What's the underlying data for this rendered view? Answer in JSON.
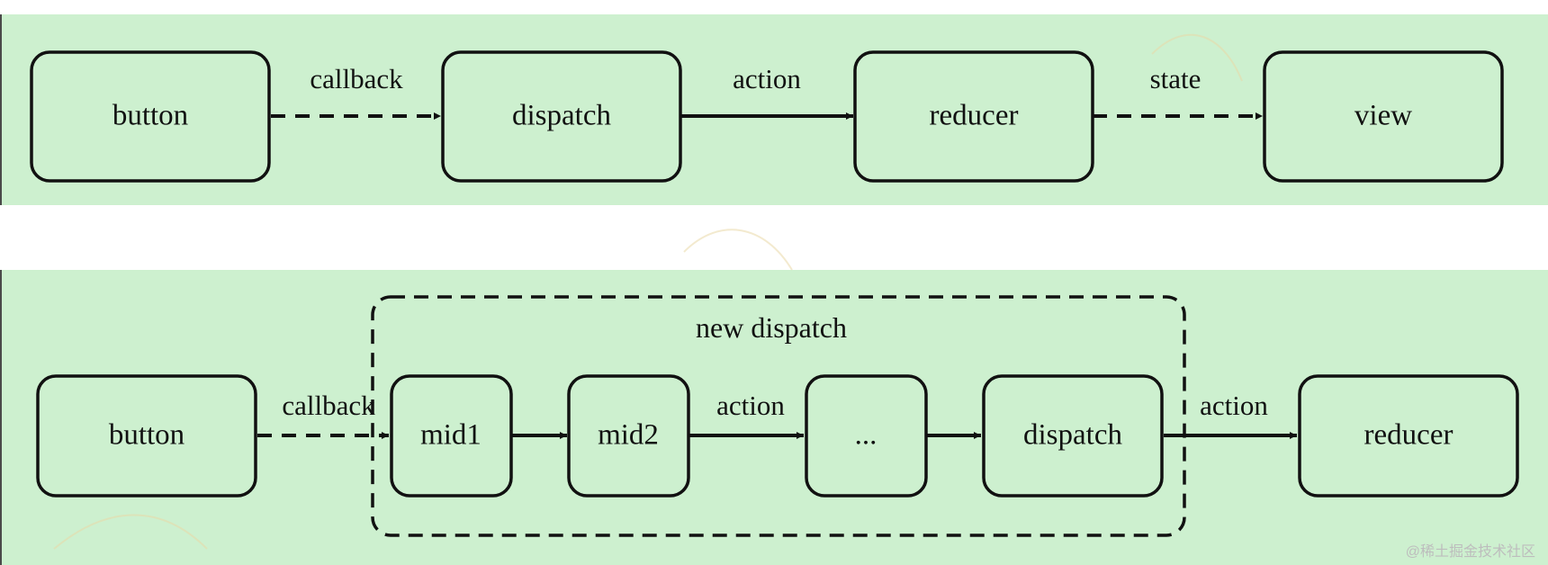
{
  "diagrams": [
    {
      "nodes": [
        {
          "id": "button",
          "label": "button"
        },
        {
          "id": "dispatch",
          "label": "dispatch"
        },
        {
          "id": "reducer",
          "label": "reducer"
        },
        {
          "id": "view",
          "label": "view"
        }
      ],
      "edges": [
        {
          "from": "button",
          "to": "dispatch",
          "label": "callback",
          "style": "dashed"
        },
        {
          "from": "dispatch",
          "to": "reducer",
          "label": "action",
          "style": "solid"
        },
        {
          "from": "reducer",
          "to": "view",
          "label": "state",
          "style": "dashed"
        }
      ]
    },
    {
      "group": {
        "label": "new dispatch",
        "style": "dashed"
      },
      "nodes": [
        {
          "id": "button",
          "label": "button"
        },
        {
          "id": "mid1",
          "label": "mid1"
        },
        {
          "id": "mid2",
          "label": "mid2"
        },
        {
          "id": "ellipsis",
          "label": "..."
        },
        {
          "id": "dispatch",
          "label": "dispatch"
        },
        {
          "id": "reducer",
          "label": "reducer"
        }
      ],
      "edges": [
        {
          "from": "button",
          "to": "mid1",
          "label": "callback",
          "style": "dashed"
        },
        {
          "from": "mid1",
          "to": "mid2",
          "label": "",
          "style": "solid"
        },
        {
          "from": "mid2",
          "to": "ellipsis",
          "label": "action",
          "style": "solid"
        },
        {
          "from": "ellipsis",
          "to": "dispatch",
          "label": "",
          "style": "solid"
        },
        {
          "from": "dispatch",
          "to": "reducer",
          "label": "action",
          "style": "solid"
        }
      ]
    }
  ],
  "colors": {
    "band": "#cdf0cf",
    "stroke": "#111111",
    "watermark": "#bdbdbd"
  },
  "watermark": "@稀土掘金技术社区"
}
